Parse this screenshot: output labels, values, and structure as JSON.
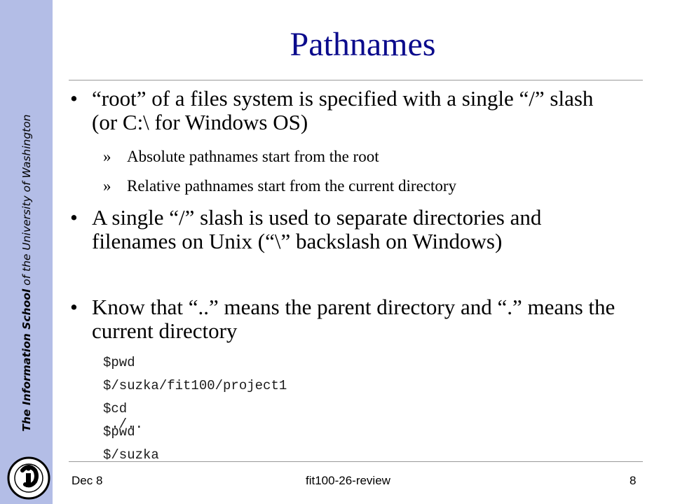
{
  "sidebar": {
    "org_bold": "The Information School",
    "org_rest": " of the University of Washington"
  },
  "slide": {
    "title": "Pathnames",
    "bullets": [
      {
        "mark": "•",
        "text": "“root” of a files system is specified with a single “/” slash (or C:\\ for Windows OS)",
        "subs": [
          {
            "mark": "»",
            "text": "Absolute pathnames start from the root"
          },
          {
            "mark": "»",
            "text": "Relative pathnames start from the current directory"
          }
        ]
      },
      {
        "mark": "•",
        "text": "A single “/” slash is used to separate directories and filenames on Unix (“\\” backslash on Windows)"
      },
      {
        "mark": "•",
        "text": "Know that “..” means the parent directory and “.” means the current directory"
      }
    ],
    "code_lines": [
      "$pwd",
      "$/suzka/fit100/project1",
      "$cd ../..",
      "$pwd",
      "$/suzka"
    ]
  },
  "footer": {
    "date": "Dec 8",
    "course": "fit100-26-review",
    "page_number": "8"
  },
  "colors": {
    "sidebar": "#b3bde6",
    "title": "#0b0b8c",
    "rule": "#999999"
  }
}
